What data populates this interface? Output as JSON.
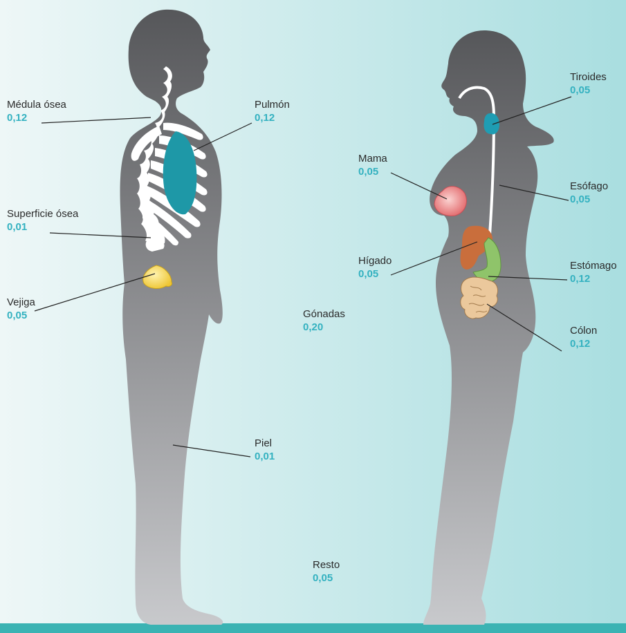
{
  "colors": {
    "background_left": "#eaf5f6",
    "background_right": "#aee0e2",
    "body_top": "#57585b",
    "body_bottom": "#c6c7ca",
    "bottom_band": "#3bb3b3",
    "value_text": "#33b1c0",
    "lung": "#1d97a6",
    "bladder": "#f1d347",
    "thyroid": "#1f9db3",
    "breast": "#e87e7f",
    "liver": "#c96e3c",
    "stomach": "#8fc46a",
    "colon": "#e9c69a"
  },
  "labels": {
    "medula": {
      "name": "Médula ósea",
      "value": "0,12"
    },
    "pulmon": {
      "name": "Pulmón",
      "value": "0,12"
    },
    "superficie": {
      "name": "Superficie ósea",
      "value": "0,01"
    },
    "vejiga": {
      "name": "Vejiga",
      "value": "0,05"
    },
    "gonadas": {
      "name": "Gónadas",
      "value": "0,20"
    },
    "piel": {
      "name": "Piel",
      "value": "0,01"
    },
    "resto": {
      "name": "Resto",
      "value": "0,05"
    },
    "tiroides": {
      "name": "Tiroides",
      "value": "0,05"
    },
    "mama": {
      "name": "Mama",
      "value": "0,05"
    },
    "esofago": {
      "name": "Esófago",
      "value": "0,05"
    },
    "higado": {
      "name": "Hígado",
      "value": "0,05"
    },
    "estomago": {
      "name": "Estómago",
      "value": "0,12"
    },
    "colon": {
      "name": "Cólon",
      "value": "0,12"
    }
  }
}
